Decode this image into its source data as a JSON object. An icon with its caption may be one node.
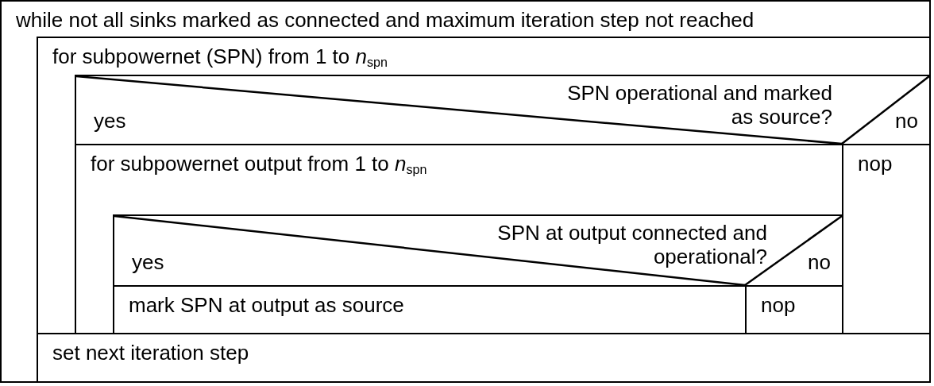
{
  "diagram": {
    "nodes": [
      {
        "text": [
          "while not all sinks marked as connected and maximum iteration step not reached"
        ]
      },
      {
        "text": [
          "for subpowernet (SPN) from 1 to *n*$_{spn}$"
        ],
        "in": 0
      },
      {
        "text": [
          "yes",
          "SPN operational and marked as source?",
          "no"
        ],
        "in": 1
      },
      {
        "text": [
          "for subpowernet output from 1 to *n*$_{spn}$"
        ],
        "in": 2
      },
      {
        "text": [
          "nop"
        ],
        "in": 2
      },
      {
        "text": [
          "yes",
          "SPN at output connected and operational?",
          "no"
        ],
        "in": 3
      },
      {
        "text": [
          "mark SPN at output as source"
        ],
        "in": 5
      },
      {
        "text": [
          "nop"
        ],
        "in": 5
      },
      {
        "text": [
          "set next iteration step"
        ],
        "in": 0
      }
    ],
    "edges": []
  }
}
